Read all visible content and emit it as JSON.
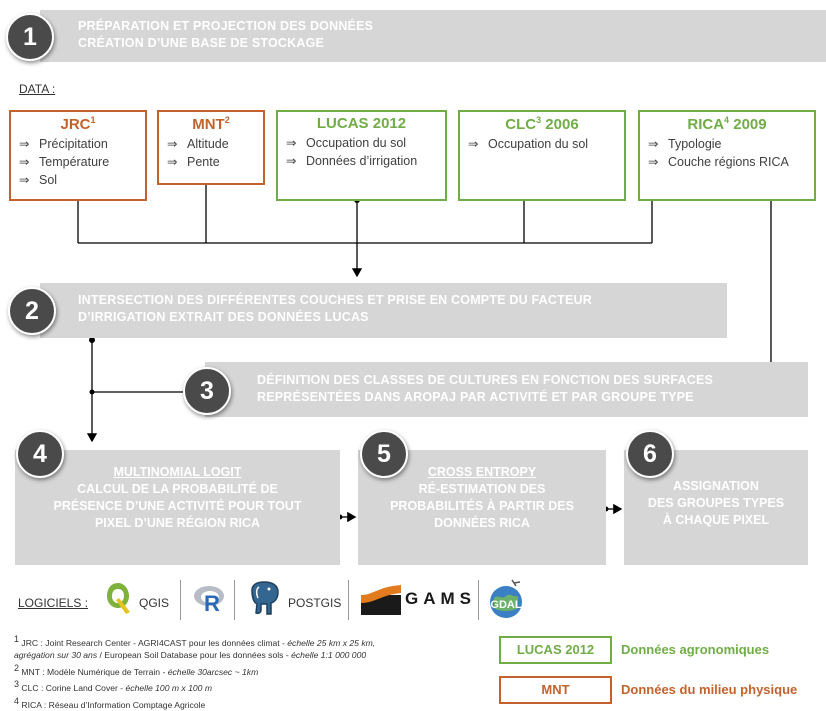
{
  "colors": {
    "orange": "#c4622d",
    "green": "#70ad47",
    "banner_gray": "#d6d6d6",
    "circle_dark": "#4a4a4a"
  },
  "steps": {
    "s1": {
      "number": "1",
      "line1": "PRÉPARATION ET PROJECTION DES DONNÉES",
      "line2": "CRÉATION D’UNE BASE DE STOCKAGE"
    },
    "s2": {
      "number": "2",
      "line1": "INTERSECTION DES DIFFÉRENTES COUCHES ET PRISE EN COMPTE DU FACTEUR",
      "line2": "D’IRRIGATION EXTRAIT DES DONNÉES LUCAS"
    },
    "s3": {
      "number": "3",
      "line1": "DÉFINITION DES CLASSES DE CULTURES EN FONCTION DES SURFACES",
      "line2": "REPRÉSENTÉES DANS AROPAJ PAR ACTIVITÉ ET PAR GROUPE TYPE"
    },
    "s4": {
      "number": "4",
      "heading": "MULTINOMIAL LOGIT",
      "line1": "CALCUL DE LA PROBABILITÉ DE",
      "line2": "PRÉSENCE D’UNE ACTIVITÉ POUR TOUT",
      "line3": "PIXEL D’UNE RÉGION RICA"
    },
    "s5": {
      "number": "5",
      "heading": "CROSS ENTROPY",
      "line1": "RÉ-ESTIMATION DES",
      "line2": "PROBABILITÉS À PARTIR DES",
      "line3": "DONNÉES RICA"
    },
    "s6": {
      "number": "6",
      "line1": "ASSIGNATION",
      "line2": "DES GROUPES TYPES",
      "line3": "À CHAQUE PIXEL"
    }
  },
  "data_label": "DATA :",
  "data_sources": [
    {
      "title": "JRC",
      "sup": "1",
      "suffix": "",
      "items": [
        "Précipitation",
        "Température",
        "Sol"
      ]
    },
    {
      "title": "MNT",
      "sup": "2",
      "suffix": "",
      "items": [
        "Altitude",
        "Pente"
      ]
    },
    {
      "title": "LUCAS 2012",
      "sup": "",
      "suffix": "",
      "items": [
        "Occupation du sol",
        "Données d’irrigation"
      ]
    },
    {
      "title": "CLC",
      "sup": "3",
      "suffix": " 2006",
      "items": [
        "Occupation du sol"
      ]
    },
    {
      "title": "RICA",
      "sup": "4",
      "suffix": " 2009",
      "items": [
        "Typologie",
        "Couche régions RICA"
      ]
    }
  ],
  "list_arrow": "⇒",
  "software": {
    "label": "LOGICIELS :",
    "qgis": "QGIS",
    "r": "R",
    "postgis": "POSTGIS",
    "gams": "GAMS",
    "gdal": "GDAL"
  },
  "footnotes": {
    "f1": {
      "sup": "1",
      "text_a": " JRC : Joint Research Center - AGRI4CAST pour les données climat - ",
      "ital_a": "échelle 25 km x 25 km,",
      "ital_b": "agrégation sur 30 ans",
      "text_b": "  / European Soil Database pour les données sols - ",
      "ital_c": "échelle 1:1 000 000"
    },
    "f2": {
      "sup": "2",
      "text": " MNT : Modèle Numérique de Terrain - ",
      "ital": "échelle 30arcsec ~ 1km"
    },
    "f3": {
      "sup": "3",
      "text": " CLC : Corine Land Cover - ",
      "ital": "échelle 100 m x 100 m"
    },
    "f4": {
      "sup": "4",
      "text": " RICA : Réseau d’Information Comptage Agricole"
    }
  },
  "legend": {
    "green_box": "LUCAS 2012",
    "green_text": "Données agronomiques",
    "orange_box": "MNT",
    "orange_text": "Données du milieu physique"
  }
}
